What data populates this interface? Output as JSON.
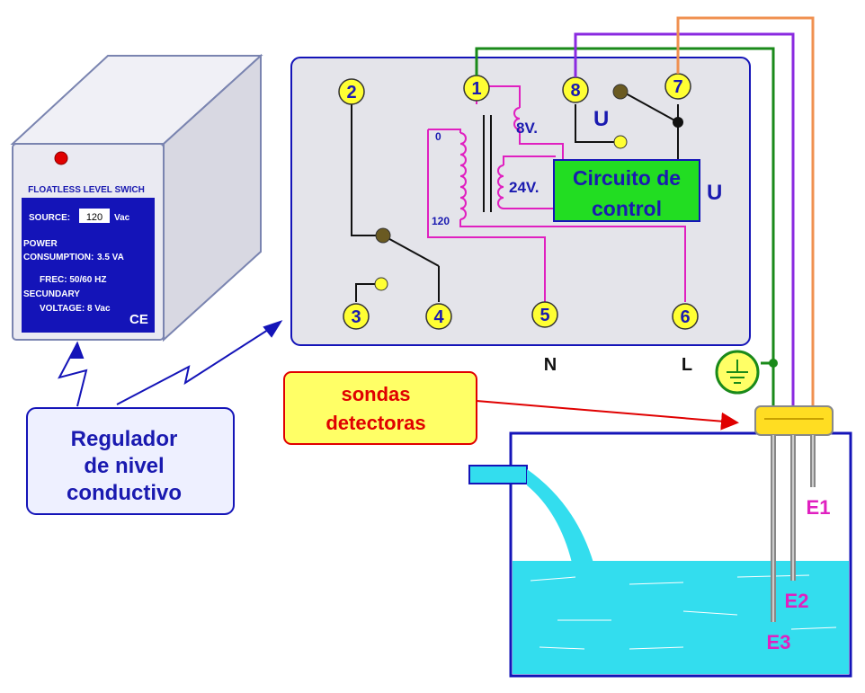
{
  "device": {
    "title": "FLOATLESS LEVEL SWICH",
    "source_label": "SOURCE:",
    "source_value": "120",
    "source_unit": "Vac",
    "power_label_1": "POWER",
    "power_label_2": "CONSUMPTION:",
    "power_value": "3.5 VA",
    "frequency": "FREC: 50/60 HZ",
    "secondary_label": "SECUNDARY",
    "secondary_voltage": "VOLTAGE: 8 Vac",
    "ce_mark": "CE",
    "colors": {
      "panel": "#1414b8",
      "led": "#e00000",
      "housing": "#e6e6f0"
    }
  },
  "callout_regulator": {
    "line1": "Regulador",
    "line2": "de nivel",
    "line3": "conductivo"
  },
  "callout_probes": {
    "line1": "sondas",
    "line2": "detectoras"
  },
  "schematic": {
    "terminals": [
      "1",
      "2",
      "3",
      "4",
      "5",
      "6",
      "7",
      "8"
    ],
    "transformer_primary_top": "0",
    "transformer_primary_bottom": "120",
    "secondary_1": "8V.",
    "secondary_2": "24V.",
    "control_box_line1": "Circuito de",
    "control_box_line2": "control",
    "relay_label_inside": "U",
    "relay_label_outside": "U",
    "neutral": "N",
    "line": "L",
    "colors": {
      "terminal": "#ffff33",
      "control_box": "#22dd22",
      "coil": "#e020c0"
    }
  },
  "probes": [
    "E1",
    "E2",
    "E3"
  ],
  "wire_colors": {
    "E1": "#f09050",
    "E2": "#8a2ae0",
    "E3": "#1a8a1a"
  },
  "tank": {
    "water_color": "#33ddee",
    "wall_color": "#1414b8"
  }
}
